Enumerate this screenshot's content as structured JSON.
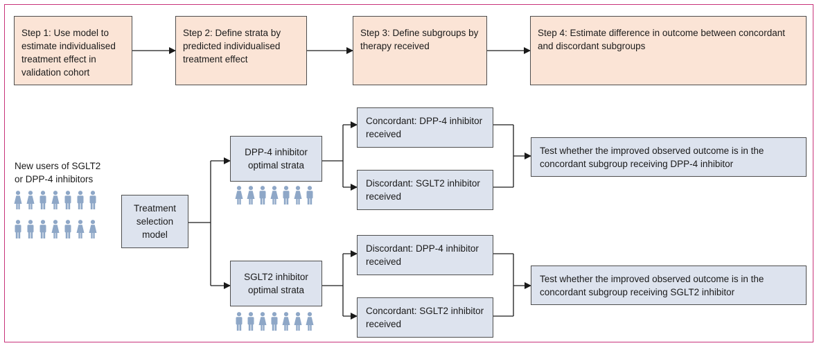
{
  "steps": [
    {
      "text": "Step 1: Use model to estimate individualised treatment effect in validation cohort"
    },
    {
      "text": "Step 2: Define strata by predicted individualised treatment effect"
    },
    {
      "text": "Step 3: Define subgroups by therapy received"
    },
    {
      "text": "Step 4: Estimate difference in outcome between concordant and discordant subgroups"
    }
  ],
  "population": {
    "label": "New users of SGLT2 or DPP-4 inhibitors"
  },
  "model": {
    "label": "Treatment selection model"
  },
  "strata": {
    "dpp4": "DPP-4 inhibitor optimal strata",
    "sglt2": "SGLT2 inhibitor optimal strata"
  },
  "subgroups": {
    "dpp4_concordant": "Concordant: DPP-4 inhibitor received",
    "dpp4_discordant": "Discordant: SGLT2 inhibitor received",
    "sglt2_discordant": "Discordant: DPP-4 inhibitor received",
    "sglt2_concordant": "Concordant: SGLT2 inhibitor received"
  },
  "tests": {
    "dpp4": "Test whether the improved observed outcome is in the concordant subgroup receiving DPP-4 inhibitor",
    "sglt2": "Test whether the improved observed outcome is in the concordant subgroup receiving SGLT2 inhibitor"
  },
  "colors": {
    "frame": "#c8327a",
    "step_fill": "#fbe4d6",
    "node_fill": "#dde3ee",
    "person": "#8ea7c7"
  },
  "icons": {
    "person": "person-icon"
  }
}
